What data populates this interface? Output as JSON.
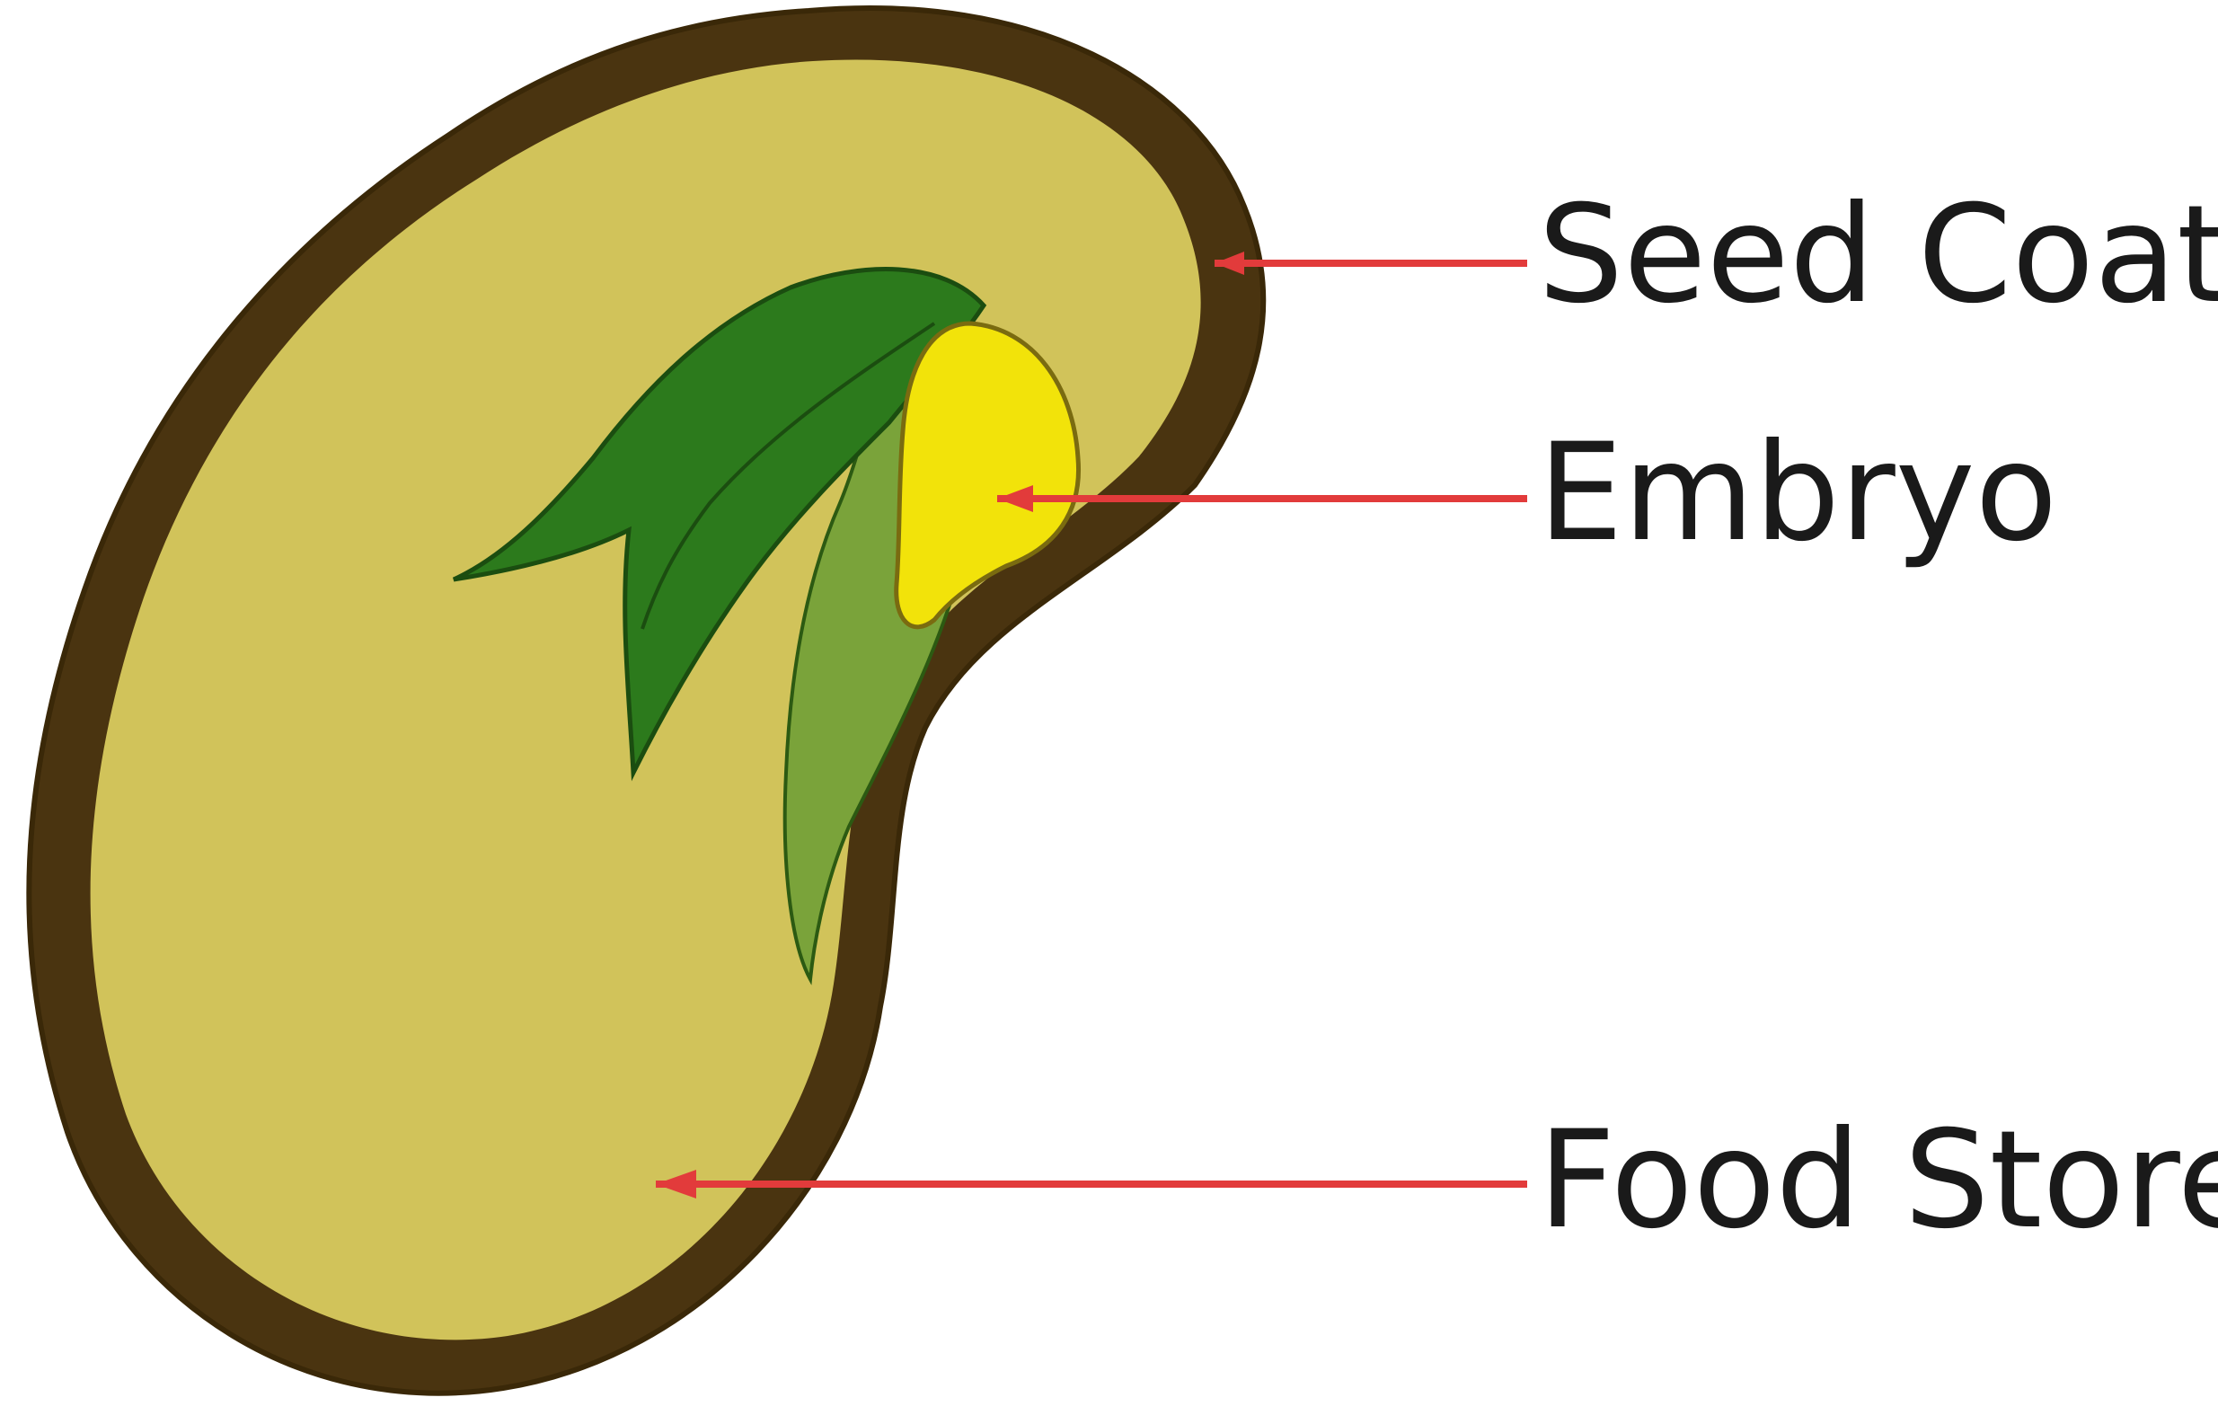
{
  "labels": {
    "seed_coat": "Seed Coat",
    "embryo": "Embryo",
    "food_store": "Food Store"
  },
  "colors": {
    "background": "#ffffff",
    "seed_coat": "#4a3410",
    "food_store": "#d1c35a",
    "leaf_dark": "#2c7a1c",
    "leaf_light": "#7aa33a",
    "embryo": "#f2e30a",
    "pointer_line": "#e23b3b",
    "text": "#1a1a1a"
  }
}
